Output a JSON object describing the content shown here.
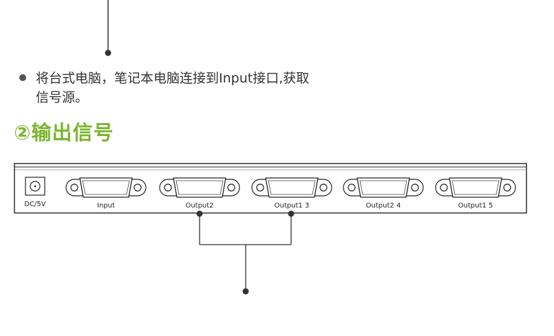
{
  "bullet": {
    "line1": "将台式电脑，笔记本电脑连接到Input接口,获取",
    "line2": "信号源。"
  },
  "section": {
    "heading": "②输出信号"
  },
  "device": {
    "power_label": "DC/5V",
    "ports": [
      {
        "label": "Input"
      },
      {
        "label": "Output2"
      },
      {
        "label": "Output1 3"
      },
      {
        "label": "Output2 4"
      },
      {
        "label": "Output1 5"
      }
    ]
  },
  "colors": {
    "accent_green": "#7ab52e",
    "line": "#333333"
  }
}
